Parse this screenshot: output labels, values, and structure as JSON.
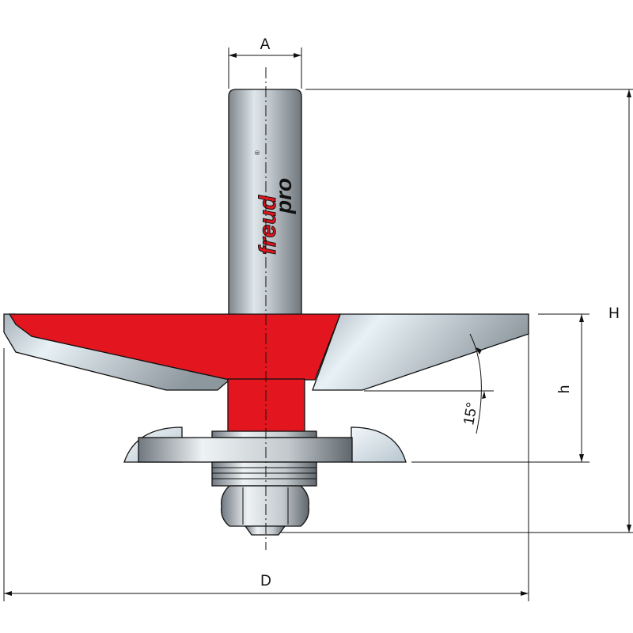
{
  "diagram": {
    "title": "Router bit with bearing - dimension drawing",
    "labels": {
      "shank_diameter": "A",
      "overall_height": "H",
      "cutting_height": "h",
      "cutting_diameter": "D",
      "angle": "15°"
    },
    "logo": {
      "brand": "freud",
      "line": "pro",
      "mark": "®"
    },
    "colors": {
      "body_red": "#e3161f",
      "steel_light": "#e6eef3",
      "steel_dark": "#8d959b",
      "line": "#111111"
    }
  }
}
